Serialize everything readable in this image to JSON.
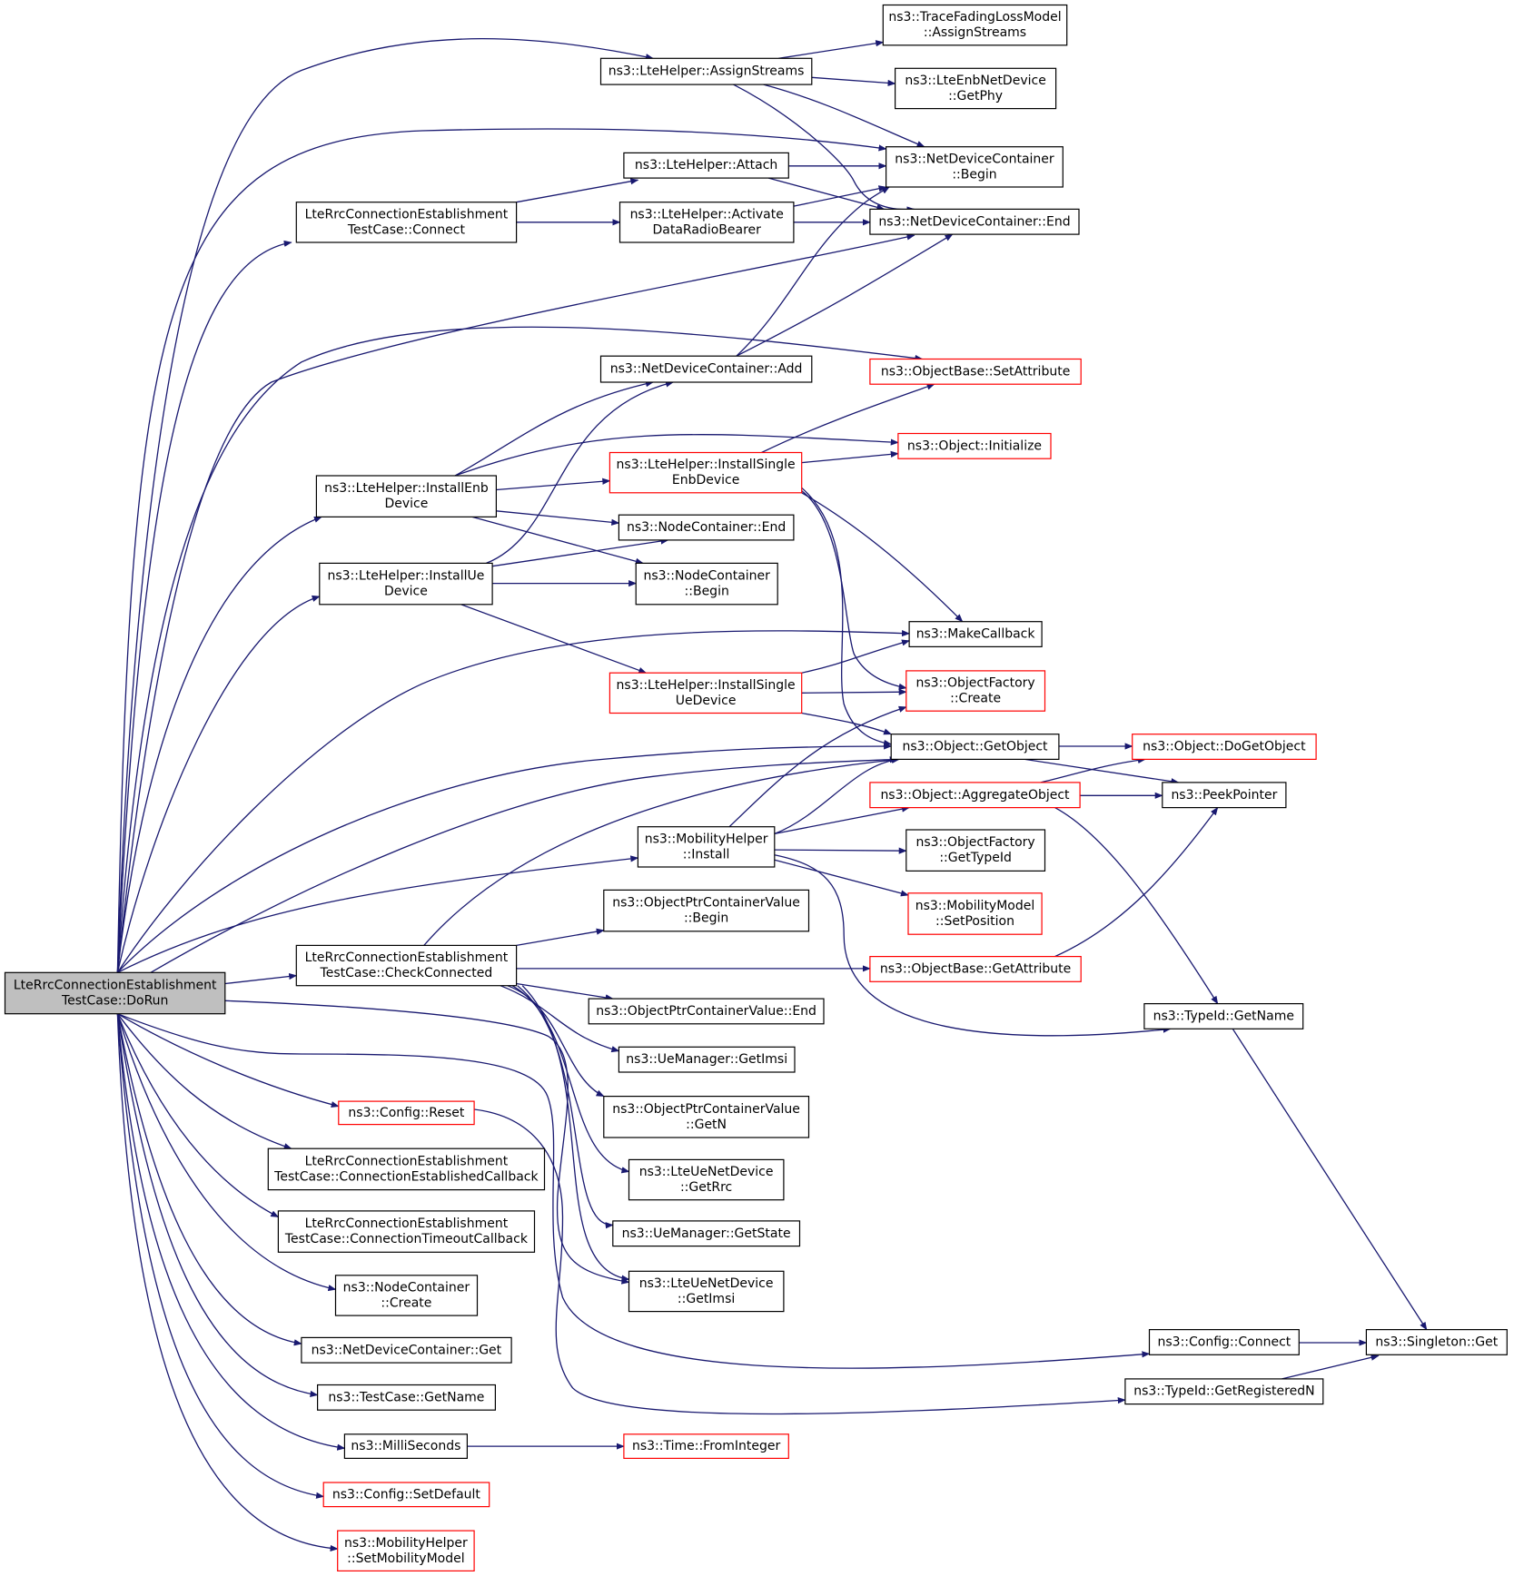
{
  "colors": {
    "edge": "#191970",
    "border_normal": "#000000",
    "border_red": "#ff0000",
    "root_fill": "#bfbfbf",
    "node_fill": "#ffffff"
  },
  "nodes": [
    {
      "id": "dorun",
      "lines": [
        "LteRrcConnectionEstablishment",
        "TestCase::DoRun"
      ],
      "style": "root"
    },
    {
      "id": "connect",
      "lines": [
        "LteRrcConnectionEstablishment",
        "TestCase::Connect"
      ],
      "style": "normal"
    },
    {
      "id": "installenb",
      "lines": [
        "ns3::LteHelper::InstallEnb",
        "Device"
      ],
      "style": "normal"
    },
    {
      "id": "installue",
      "lines": [
        "ns3::LteHelper::InstallUe",
        "Device"
      ],
      "style": "normal"
    },
    {
      "id": "checkconnected",
      "lines": [
        "LteRrcConnectionEstablishment",
        "TestCase::CheckConnected"
      ],
      "style": "normal"
    },
    {
      "id": "configreset",
      "lines": [
        "ns3::Config::Reset"
      ],
      "style": "red"
    },
    {
      "id": "connestcb",
      "lines": [
        "LteRrcConnectionEstablishment",
        "TestCase::ConnectionEstablishedCallback"
      ],
      "style": "normal"
    },
    {
      "id": "conntocb",
      "lines": [
        "LteRrcConnectionEstablishment",
        "TestCase::ConnectionTimeoutCallback"
      ],
      "style": "normal"
    },
    {
      "id": "nccreate",
      "lines": [
        "ns3::NodeContainer",
        "::Create"
      ],
      "style": "normal"
    },
    {
      "id": "ndcget",
      "lines": [
        "ns3::NetDeviceContainer::Get"
      ],
      "style": "normal"
    },
    {
      "id": "tcgetname",
      "lines": [
        "ns3::TestCase::GetName"
      ],
      "style": "normal"
    },
    {
      "id": "millis",
      "lines": [
        "ns3::MilliSeconds"
      ],
      "style": "normal"
    },
    {
      "id": "setdefault",
      "lines": [
        "ns3::Config::SetDefault"
      ],
      "style": "red"
    },
    {
      "id": "setmobmodel",
      "lines": [
        "ns3::MobilityHelper",
        "::SetMobilityModel"
      ],
      "style": "red"
    },
    {
      "id": "assignstreams",
      "lines": [
        "ns3::LteHelper::AssignStreams"
      ],
      "style": "normal"
    },
    {
      "id": "attach",
      "lines": [
        "ns3::LteHelper::Attach"
      ],
      "style": "normal"
    },
    {
      "id": "activate",
      "lines": [
        "ns3::LteHelper::Activate",
        "DataRadioBearer"
      ],
      "style": "normal"
    },
    {
      "id": "ndcadd",
      "lines": [
        "ns3::NetDeviceContainer::Add"
      ],
      "style": "normal"
    },
    {
      "id": "instsingleenb",
      "lines": [
        "ns3::LteHelper::InstallSingle",
        "EnbDevice"
      ],
      "style": "red"
    },
    {
      "id": "ncend",
      "lines": [
        "ns3::NodeContainer::End"
      ],
      "style": "normal"
    },
    {
      "id": "ncbegin",
      "lines": [
        "ns3::NodeContainer",
        "::Begin"
      ],
      "style": "normal"
    },
    {
      "id": "instsingleue",
      "lines": [
        "ns3::LteHelper::InstallSingle",
        "UeDevice"
      ],
      "style": "red"
    },
    {
      "id": "mobinstall",
      "lines": [
        "ns3::MobilityHelper",
        "::Install"
      ],
      "style": "normal"
    },
    {
      "id": "optrbegin",
      "lines": [
        "ns3::ObjectPtrContainerValue",
        "::Begin"
      ],
      "style": "normal"
    },
    {
      "id": "optrend",
      "lines": [
        "ns3::ObjectPtrContainerValue::End"
      ],
      "style": "normal"
    },
    {
      "id": "uegetimsi",
      "lines": [
        "ns3::UeManager::GetImsi"
      ],
      "style": "normal"
    },
    {
      "id": "optrgetn",
      "lines": [
        "ns3::ObjectPtrContainerValue",
        "::GetN"
      ],
      "style": "normal"
    },
    {
      "id": "ueneetgetrrc",
      "lines": [
        "ns3::LteUeNetDevice",
        "::GetRrc"
      ],
      "style": "normal"
    },
    {
      "id": "uegetstate",
      "lines": [
        "ns3::UeManager::GetState"
      ],
      "style": "normal"
    },
    {
      "id": "uenetgetimsi",
      "lines": [
        "ns3::LteUeNetDevice",
        "::GetImsi"
      ],
      "style": "normal"
    },
    {
      "id": "timefromint",
      "lines": [
        "ns3::Time::FromInteger"
      ],
      "style": "red"
    },
    {
      "id": "tracefading",
      "lines": [
        "ns3::TraceFadingLossModel",
        "::AssignStreams"
      ],
      "style": "normal"
    },
    {
      "id": "enbgetphy",
      "lines": [
        "ns3::LteEnbNetDevice",
        "::GetPhy"
      ],
      "style": "normal"
    },
    {
      "id": "ndcbegin",
      "lines": [
        "ns3::NetDeviceContainer",
        "::Begin"
      ],
      "style": "normal"
    },
    {
      "id": "ndcend",
      "lines": [
        "ns3::NetDeviceContainer::End"
      ],
      "style": "normal"
    },
    {
      "id": "setattr",
      "lines": [
        "ns3::ObjectBase::SetAttribute"
      ],
      "style": "red"
    },
    {
      "id": "objinit",
      "lines": [
        "ns3::Object::Initialize"
      ],
      "style": "red"
    },
    {
      "id": "makecb",
      "lines": [
        "ns3::MakeCallback"
      ],
      "style": "normal"
    },
    {
      "id": "ofcreate",
      "lines": [
        "ns3::ObjectFactory",
        "::Create"
      ],
      "style": "red"
    },
    {
      "id": "getobject",
      "lines": [
        "ns3::Object::GetObject"
      ],
      "style": "normal"
    },
    {
      "id": "aggregate",
      "lines": [
        "ns3::Object::AggregateObject"
      ],
      "style": "red"
    },
    {
      "id": "ofgettypeid",
      "lines": [
        "ns3::ObjectFactory",
        "::GetTypeId"
      ],
      "style": "normal"
    },
    {
      "id": "mmsetpos",
      "lines": [
        "ns3::MobilityModel",
        "::SetPosition"
      ],
      "style": "red"
    },
    {
      "id": "getattr",
      "lines": [
        "ns3::ObjectBase::GetAttribute"
      ],
      "style": "red"
    },
    {
      "id": "dogetobject",
      "lines": [
        "ns3::Object::DoGetObject"
      ],
      "style": "red"
    },
    {
      "id": "peekptr",
      "lines": [
        "ns3::PeekPointer"
      ],
      "style": "normal"
    },
    {
      "id": "typeidgetname",
      "lines": [
        "ns3::TypeId::GetName"
      ],
      "style": "normal"
    },
    {
      "id": "configconnect",
      "lines": [
        "ns3::Config::Connect"
      ],
      "style": "normal"
    },
    {
      "id": "typeidgetreg",
      "lines": [
        "ns3::TypeId::GetRegisteredN"
      ],
      "style": "normal"
    },
    {
      "id": "singletonget",
      "lines": [
        "ns3::Singleton::Get"
      ],
      "style": "normal"
    }
  ]
}
